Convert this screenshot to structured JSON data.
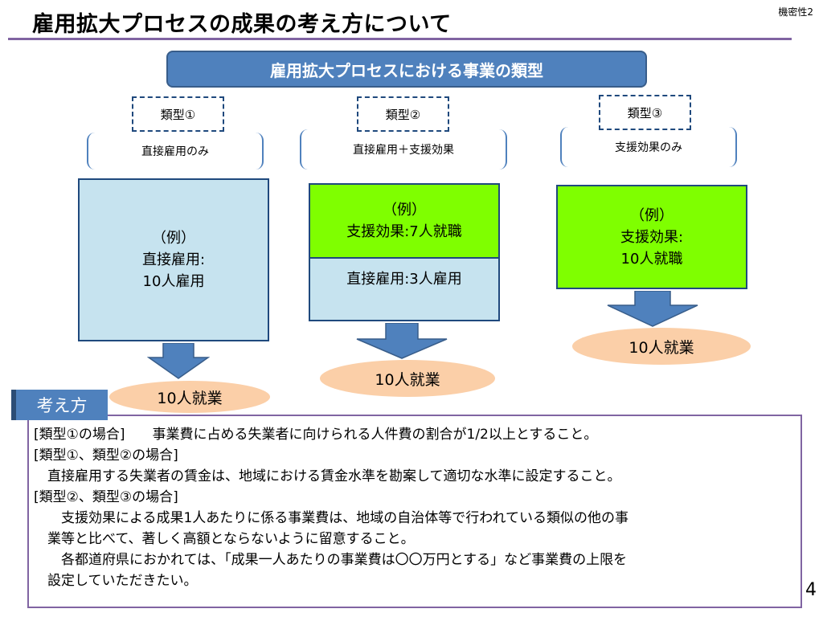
{
  "title": "雇用拡大プロセスの成果の考え方について",
  "confidential": "機密性2",
  "header": "雇用拡大プロセスにおける事業の類型",
  "types": [
    {
      "label": "類型①",
      "desc": "直接雇用のみ",
      "box_lines": [
        "（例）",
        "直接雇用:",
        "10人雇用"
      ],
      "result": "10人就業"
    },
    {
      "label": "類型②",
      "desc": "直接雇用＋支援効果",
      "green_lines": [
        "（例）",
        "支援効果:7人就職"
      ],
      "blue_lines": [
        "直接雇用:3人雇用"
      ],
      "result": "10人就業"
    },
    {
      "label": "類型③",
      "desc": "支援効果のみ",
      "box_lines": [
        "（例）",
        "支援効果:",
        "10人就職"
      ],
      "result": "10人就業"
    }
  ],
  "concept": {
    "tab": "考え方",
    "lines": [
      "[類型①の場合]　　事業費に占める失業者に向けられる人件費の割合が1/2以上とすること。",
      "[類型①、類型②の場合]",
      "　直接雇用する失業者の賃金は、地域における賃金水準を勘案して適切な水準に設定すること。",
      "[類型②、類型③の場合]",
      "　　支援効果による成果1人あたりに係る事業費は、地域の自治体等で行われている類似の他の事",
      "　業等と比べて、著しく高額とならないように留意すること。",
      "　　各都道府県におかれては、「成果一人あたりの事業費は〇〇万円とする」など事業費の上限を",
      "　設定していただきたい。"
    ]
  },
  "page_number": "4",
  "colors": {
    "accent": "#4f81bd",
    "green": "#7fff00",
    "light_blue": "#c6e3ef",
    "ellipse": "#fbcfa8",
    "rule": "#8064a2"
  }
}
